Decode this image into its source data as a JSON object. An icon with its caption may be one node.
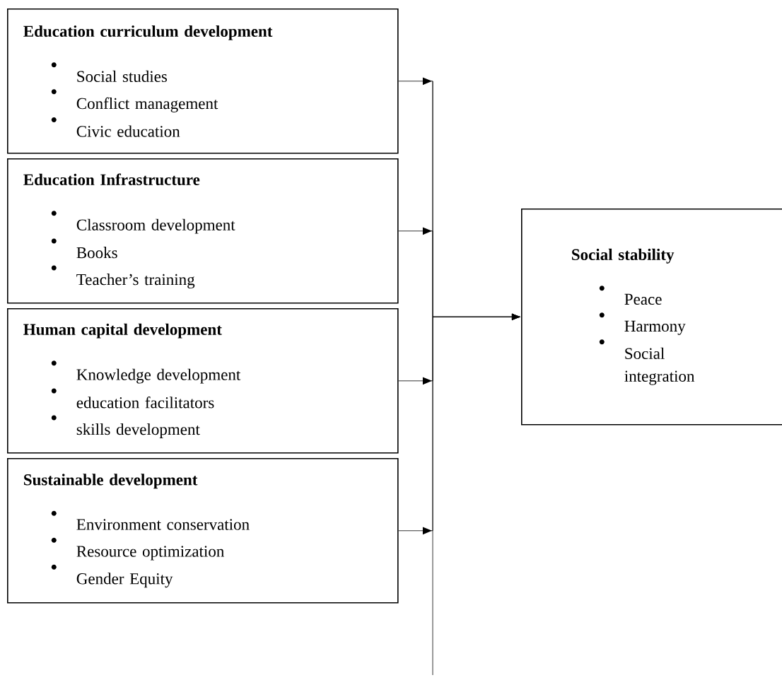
{
  "diagram": {
    "nodes": [
      {
        "text": [
          "Education curriculum development",
          "Social studies",
          "Conflict management",
          "Civic education"
        ]
      },
      {
        "text": [
          "Education Infrastructure",
          "Classroom development",
          "Books",
          "Teacher’s training"
        ]
      },
      {
        "text": [
          "Human capital development",
          "Knowledge development",
          "education facilitators",
          "skills development"
        ]
      },
      {
        "text": [
          "Sustainable development",
          "Environment conservation",
          "Resource optimization",
          "Gender Equity"
        ]
      },
      {
        "text": [
          "Social stability",
          "Peace",
          "Harmony",
          "Social integration"
        ]
      }
    ],
    "edges": [
      {
        "from": 0,
        "to": 4,
        "arrow": "to"
      },
      {
        "from": 1,
        "to": 4,
        "arrow": "to"
      },
      {
        "from": 2,
        "to": 4,
        "arrow": "to"
      },
      {
        "from": 3,
        "to": 4,
        "arrow": "to"
      }
    ]
  }
}
